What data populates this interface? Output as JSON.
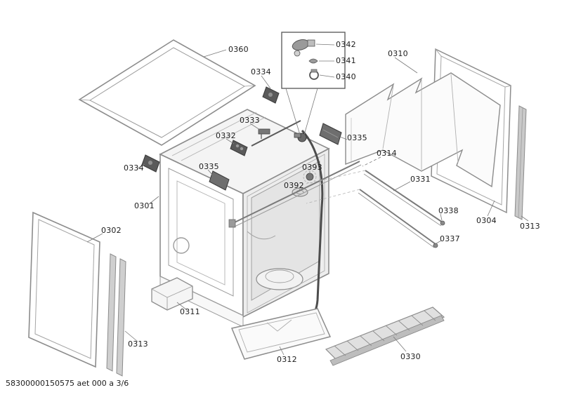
{
  "document": {
    "footer": "58300000150575 aet 000 a 3/6"
  },
  "colors": {
    "outline": "#8c8c8c",
    "dark_component": "#555555",
    "background": "#ffffff"
  },
  "labels": [
    {
      "part": "0360"
    },
    {
      "part": "0342"
    },
    {
      "part": "0341"
    },
    {
      "part": "0340"
    },
    {
      "part": "0334"
    },
    {
      "part": "0310"
    },
    {
      "part": "0333"
    },
    {
      "part": "0332"
    },
    {
      "part": "0335"
    },
    {
      "part": "0314"
    },
    {
      "part": "0334"
    },
    {
      "part": "0335"
    },
    {
      "part": "0393"
    },
    {
      "part": "0331"
    },
    {
      "part": "0392"
    },
    {
      "part": "0301"
    },
    {
      "part": "0338"
    },
    {
      "part": "0302"
    },
    {
      "part": "0304"
    },
    {
      "part": "0313"
    },
    {
      "part": "0337"
    },
    {
      "part": "0311"
    },
    {
      "part": "0313"
    },
    {
      "part": "0312"
    },
    {
      "part": "0330"
    }
  ]
}
